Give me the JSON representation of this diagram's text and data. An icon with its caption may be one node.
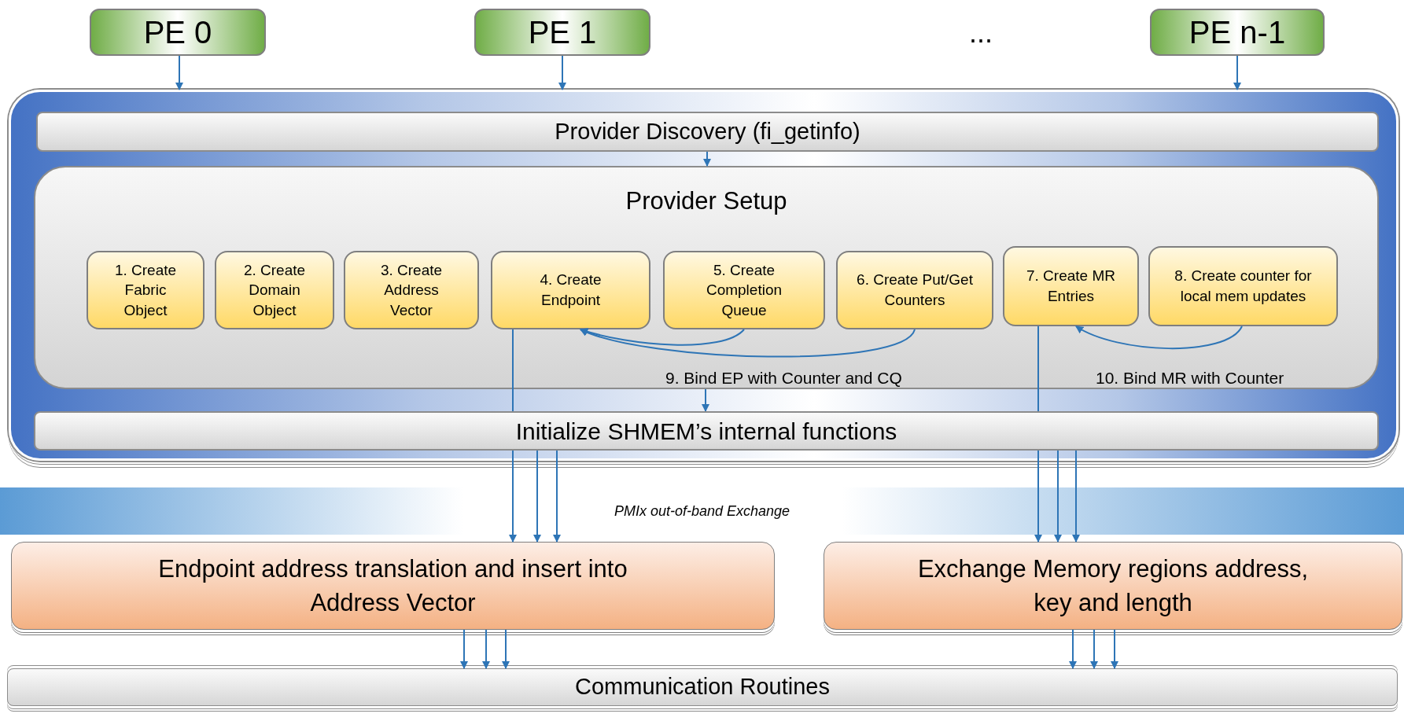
{
  "diagram": {
    "nodes": [
      {
        "text": [
          "PE 0"
        ]
      },
      {
        "text": [
          "PE 1"
        ]
      },
      {
        "text": [
          "PE n-1"
        ]
      },
      {
        "text": [],
        "shape": "box"
      },
      {
        "text": [
          "Provider Discovery (fi_getinfo)"
        ],
        "in": 3
      },
      {
        "text": [
          "Provider Setup"
        ],
        "in": 3
      },
      {
        "text": [
          "1. Create Fabric Object"
        ],
        "in": 5
      },
      {
        "text": [
          "2. Create Domain Object"
        ],
        "in": 5
      },
      {
        "text": [
          "3. Create Address Vector"
        ],
        "in": 5
      },
      {
        "text": [
          "4. Create Endpoint"
        ],
        "in": 5
      },
      {
        "text": [
          "5. Create Completion Queue"
        ],
        "in": 5
      },
      {
        "text": [
          "6. Create Put/Get Counters"
        ],
        "in": 5
      },
      {
        "text": [
          "7. Create MR Entries"
        ],
        "in": 5
      },
      {
        "text": [
          "8. Create counter for local mem updates"
        ],
        "in": 5
      },
      {
        "text": [
          "Initialize SHMEM’s internal functions"
        ],
        "in": 3
      },
      {
        "text": [
          "Endpoint address translation and insert into Address Vector"
        ]
      },
      {
        "text": [
          "Exchange Memory regions address, key and length"
        ]
      },
      {
        "text": [
          "Communication Routines"
        ]
      }
    ],
    "edges": [
      {
        "from": 0,
        "to": 3,
        "arrow": "to"
      },
      {
        "from": 1,
        "to": 3,
        "arrow": "to"
      },
      {
        "from": 2,
        "to": 3,
        "arrow": "to"
      },
      {
        "from": 4,
        "to": 5,
        "arrow": "to"
      },
      {
        "from": 5,
        "to": 14,
        "arrow": "to"
      },
      {
        "from": 10,
        "to": 9,
        "arrow": "to"
      },
      {
        "from": 11,
        "to": 9,
        "arrow": "to"
      },
      {
        "from": 13,
        "to": 12,
        "arrow": "to"
      },
      {
        "from": 9,
        "to": 14,
        "arrow": "none"
      },
      {
        "from": 14,
        "to": 15,
        "arrow": "to"
      },
      {
        "from": 14,
        "to": 15,
        "arrow": "to"
      },
      {
        "from": 12,
        "to": 14,
        "arrow": "none"
      },
      {
        "from": 14,
        "to": 16,
        "arrow": "to"
      },
      {
        "from": 14,
        "to": 16,
        "arrow": "to"
      },
      {
        "from": 15,
        "to": 17,
        "arrow": "to"
      },
      {
        "from": 15,
        "to": 17,
        "arrow": "to"
      },
      {
        "from": 15,
        "to": 17,
        "arrow": "to"
      },
      {
        "from": 16,
        "to": 17,
        "arrow": "to"
      },
      {
        "from": 16,
        "to": 17,
        "arrow": "to"
      },
      {
        "from": 16,
        "to": 17,
        "arrow": "to"
      },
      {
        "from": 14,
        "to": 15,
        "arrow": "to"
      },
      {
        "from": 14,
        "to": 16,
        "arrow": "to"
      }
    ],
    "labels": [
      "...",
      "9. Bind EP with Counter and CQ",
      "10. Bind MR with Counter",
      "PMIx out-of-band Exchange"
    ]
  }
}
